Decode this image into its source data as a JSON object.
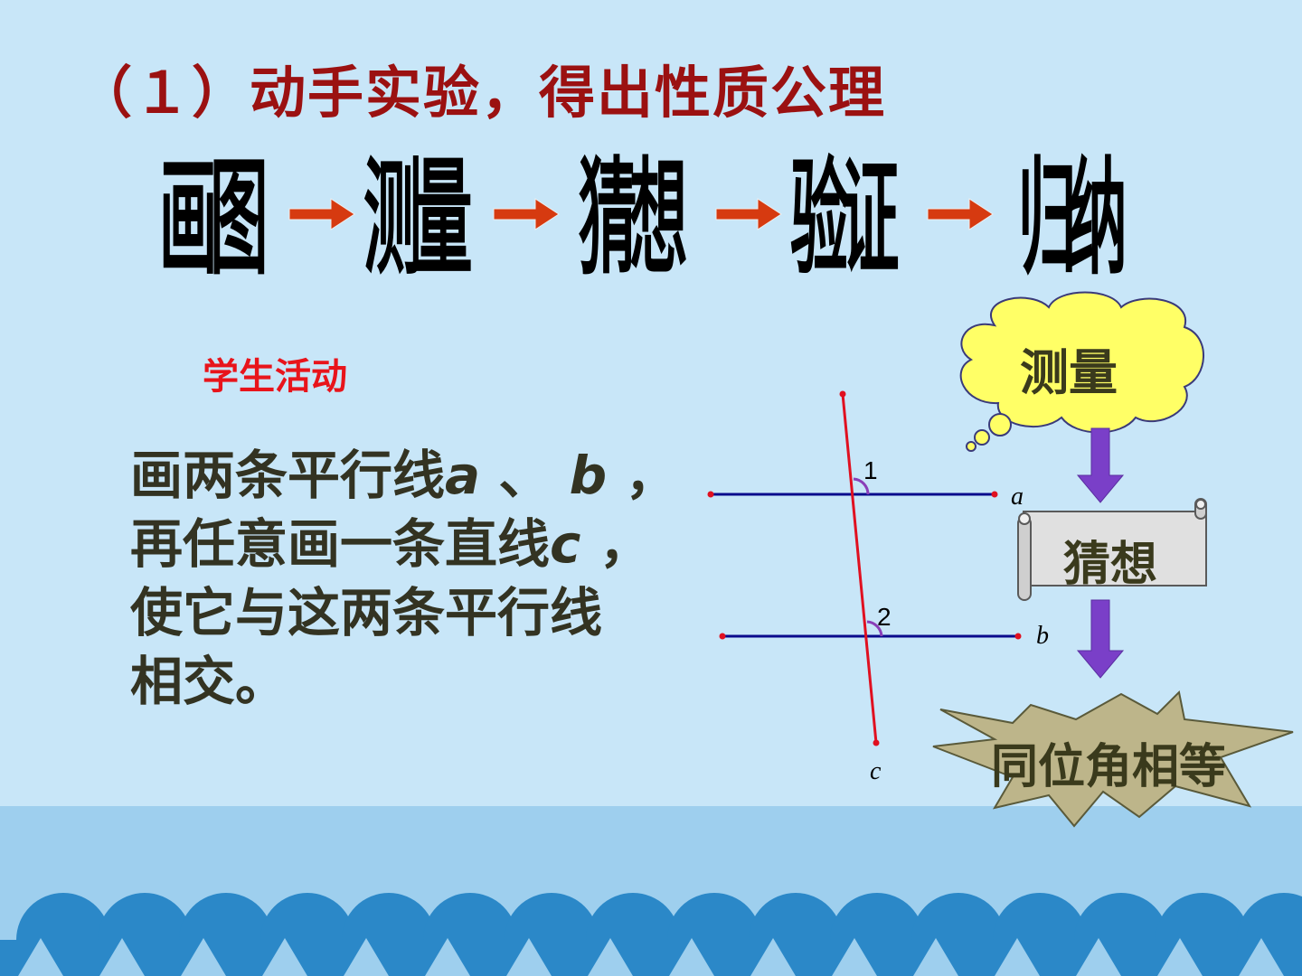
{
  "title": "（１）动手实验，得出性质公理",
  "steps": [
    "画图",
    "测量",
    "猜想",
    "验证",
    "归纳"
  ],
  "activity_label": "学生活动",
  "instruction_lines": [
    {
      "text": "画两条平行线",
      "var1": "a",
      "sep": "、",
      "var2": "b",
      "end": "，"
    },
    {
      "text": "再任意画一条直线",
      "var1": "c",
      "end": "，"
    },
    {
      "text": "使它与这两条平行线"
    },
    {
      "text": "相交",
      "end": "。"
    }
  ],
  "diagram": {
    "angle_labels": [
      "1",
      "2"
    ],
    "line_labels": [
      "a",
      "b",
      "c"
    ]
  },
  "flow": {
    "cloud": "测量",
    "scroll": "猜想",
    "burst": "同位角相等"
  },
  "colors": {
    "title": "#9b1111",
    "activity": "#e8141b",
    "parallel_line": "#0a0a8c",
    "transversal": "#e01020",
    "flow_arrow": "#7a3fc8",
    "cloud": "#ffff66",
    "scroll": "#e0e0e0",
    "burst": "#bdb58a"
  }
}
